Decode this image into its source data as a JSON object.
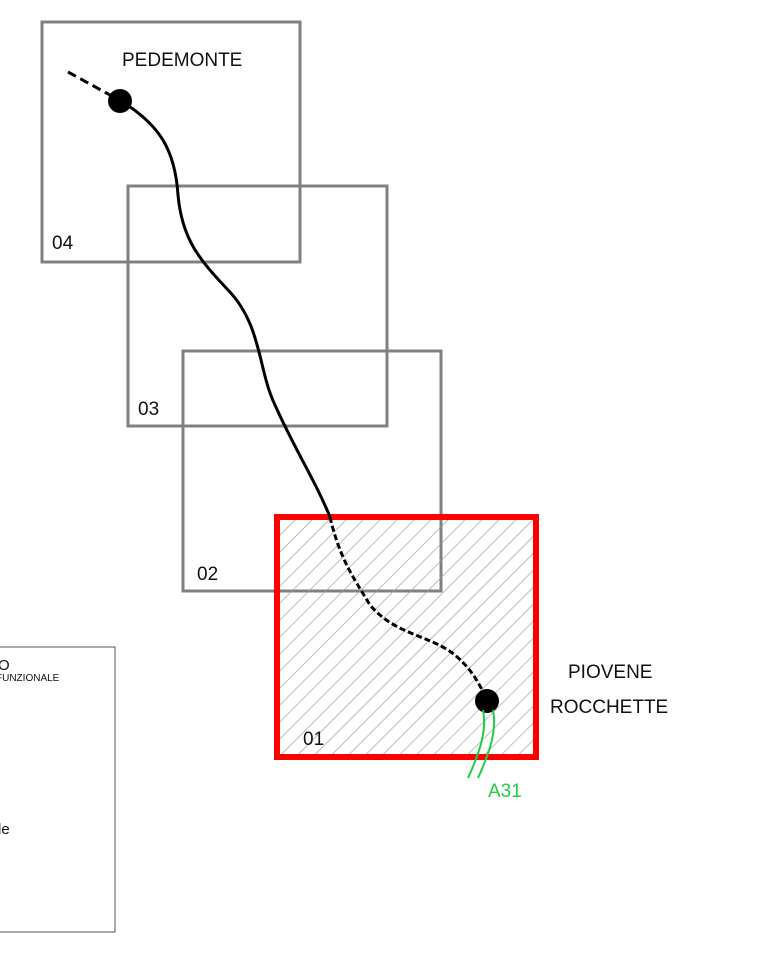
{
  "map": {
    "sheets": [
      {
        "id": "04",
        "label": "04",
        "status": "inactive"
      },
      {
        "id": "03",
        "label": "03",
        "status": "inactive"
      },
      {
        "id": "02",
        "label": "02",
        "status": "inactive"
      },
      {
        "id": "01",
        "label": "01",
        "status": "selected"
      }
    ],
    "places": {
      "north": "PEDEMONTE",
      "south_line1": "PIOVENE",
      "south_line2": "ROCCHETTE"
    },
    "road": {
      "label": "A31"
    },
    "legend": {
      "line1": "O",
      "line2": "FUNZIONALE",
      "line3": "le"
    },
    "colors": {
      "sheet_border": "#808080",
      "selected_border": "#ff0000",
      "route": "#000000",
      "road": "#22cc44",
      "hatch": "#999999"
    }
  }
}
